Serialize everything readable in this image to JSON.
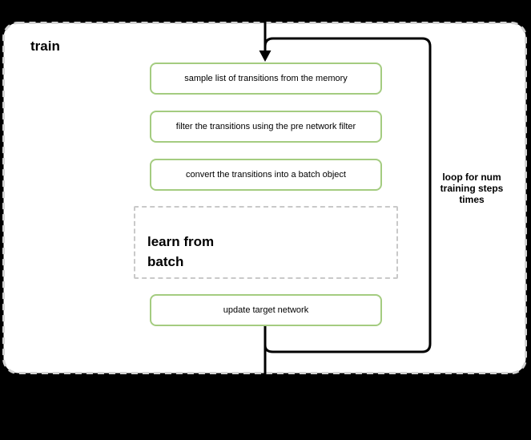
{
  "diagram": {
    "title": "train",
    "steps": [
      {
        "label": "sample list of transitions from the memory"
      },
      {
        "label": "filter the transitions using the pre network filter"
      },
      {
        "label": "convert the transitions into a batch object"
      },
      {
        "label": "update target network"
      }
    ],
    "learn_box": {
      "label": "learn from\nbatch"
    },
    "loop": {
      "label": "loop for num training steps times"
    }
  },
  "colors": {
    "background": "#000000",
    "container_fill": "#ffffff",
    "container_border": "#d3d3d3",
    "step_border_green": "#a4cc80",
    "dashed_box_border": "#c9c9c9",
    "line": "#000000"
  }
}
